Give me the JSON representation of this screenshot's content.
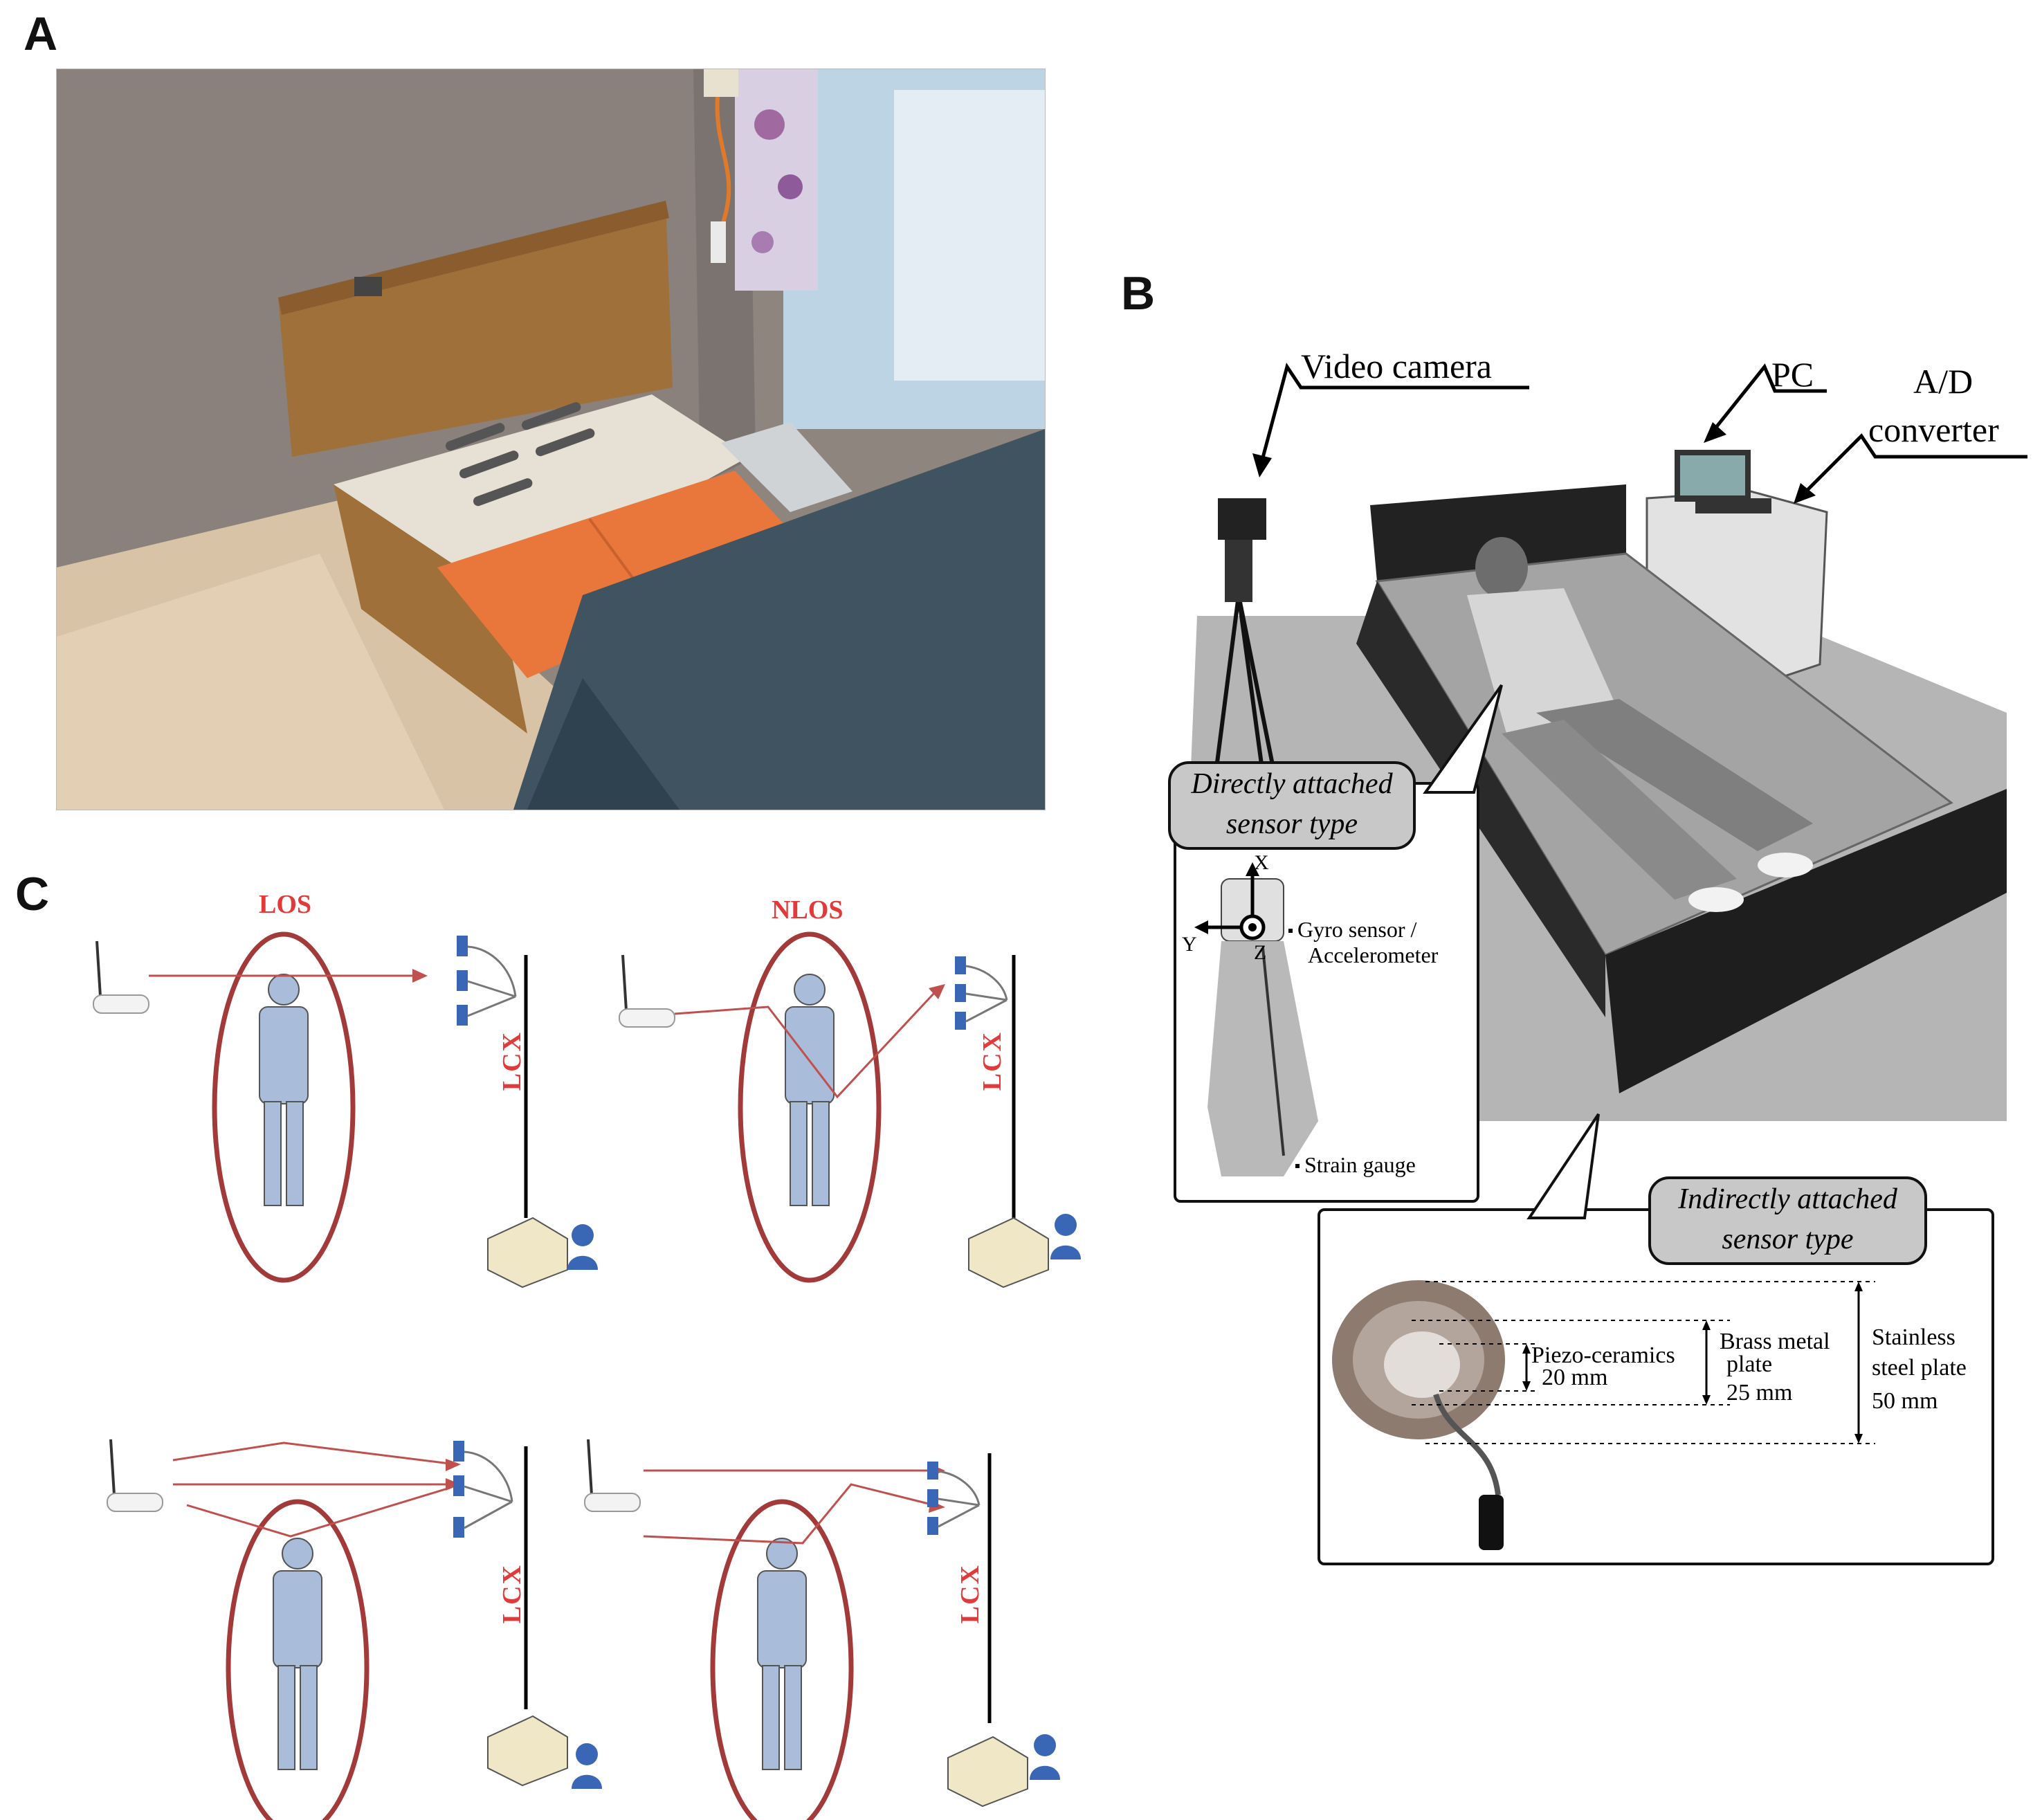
{
  "panels": {
    "a": {
      "label": "A"
    },
    "b": {
      "label": "B",
      "callouts": {
        "video_camera": "Video camera",
        "pc": "PC",
        "ad_converter_line1": "A/D",
        "ad_converter_line2": "converter"
      },
      "direct": {
        "title_line1": "Directly attached",
        "title_line2": "sensor type",
        "axis_x": "X",
        "axis_y": "Y",
        "axis_z": "Z",
        "gyro_line1": "Gyro sensor /",
        "gyro_line2": "Accelerometer",
        "strain": "Strain gauge"
      },
      "indirect": {
        "title_line1": "Indirectly attached",
        "title_line2": "sensor type",
        "piezo_line1": "Piezo-ceramics",
        "piezo_line2": "20 mm",
        "brass_line1": "Brass metal",
        "brass_line2": "plate",
        "brass_line3": "25 mm",
        "steel_line1": "Stainless",
        "steel_line2": "steel plate",
        "steel_line3": "50 mm"
      }
    },
    "c": {
      "label": "C",
      "los": "LOS",
      "nlos": "NLOS",
      "lcx": "LCX"
    }
  },
  "colors": {
    "signal": "#c0504d",
    "ellipse": "#a33a3a",
    "label_red": "#e23a3a",
    "figure": "#a9bcd9",
    "mat_orange": "#e9773b",
    "antenna_blue": "#3a67b5"
  }
}
